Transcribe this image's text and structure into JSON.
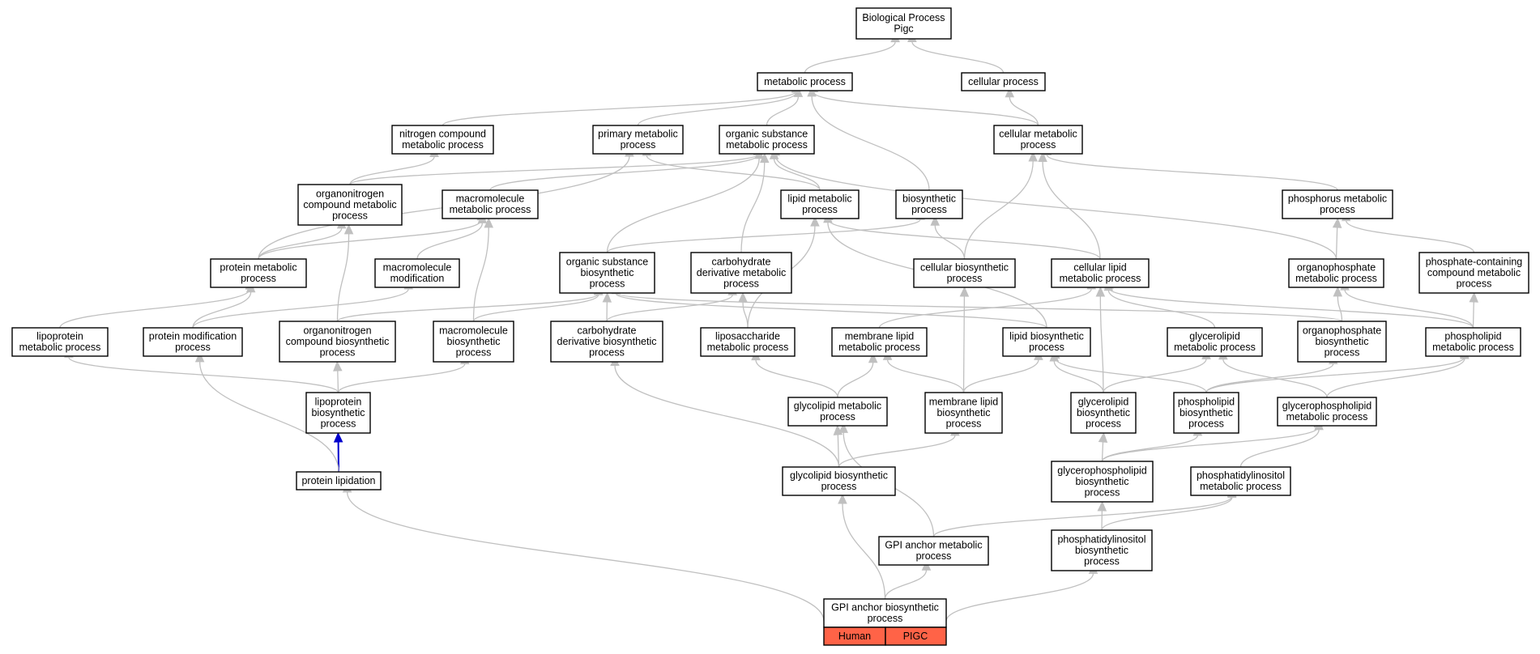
{
  "colors": {
    "edge": "#c0c0c0",
    "highlight_edge": "#0000cc",
    "legend_fill": "#ff6347",
    "node_border": "#000000"
  },
  "nodes": {
    "bp_pigc": [
      "Biological Process",
      "Pigc"
    ],
    "metabolic": [
      "metabolic process"
    ],
    "cellular": [
      "cellular process"
    ],
    "nitrogen_compound": [
      "nitrogen compound",
      "metabolic process"
    ],
    "primary_metabolic": [
      "primary metabolic",
      "process"
    ],
    "organic_substance_metabolic": [
      "organic substance",
      "metabolic process"
    ],
    "cellular_metabolic": [
      "cellular metabolic",
      "process"
    ],
    "organonitrogen_metabolic": [
      "organonitrogen",
      "compound metabolic",
      "process"
    ],
    "macromolecule_metabolic": [
      "macromolecule",
      "metabolic process"
    ],
    "lipid_metabolic": [
      "lipid metabolic",
      "process"
    ],
    "biosynthetic": [
      "biosynthetic",
      "process"
    ],
    "phosphorus_metabolic": [
      "phosphorus metabolic",
      "process"
    ],
    "protein_metabolic": [
      "protein metabolic",
      "process"
    ],
    "macromolecule_modification": [
      "macromolecule",
      "modification"
    ],
    "organic_substance_biosynthetic": [
      "organic substance",
      "biosynthetic",
      "process"
    ],
    "carbohydrate_derivative_metabolic": [
      "carbohydrate",
      "derivative metabolic",
      "process"
    ],
    "cellular_biosynthetic": [
      "cellular biosynthetic",
      "process"
    ],
    "cellular_lipid_metabolic": [
      "cellular lipid",
      "metabolic process"
    ],
    "organophosphate_metabolic": [
      "organophosphate",
      "metabolic process"
    ],
    "phosphate_containing": [
      "phosphate-containing",
      "compound metabolic",
      "process"
    ],
    "lipoprotein_metabolic": [
      "lipoprotein",
      "metabolic process"
    ],
    "protein_modification": [
      "protein modification",
      "process"
    ],
    "organonitrogen_biosynthetic": [
      "organonitrogen",
      "compound biosynthetic",
      "process"
    ],
    "macromolecule_biosynthetic": [
      "macromolecule",
      "biosynthetic",
      "process"
    ],
    "carbohydrate_derivative_biosynthetic": [
      "carbohydrate",
      "derivative biosynthetic",
      "process"
    ],
    "liposaccharide_metabolic": [
      "liposaccharide",
      "metabolic process"
    ],
    "membrane_lipid_metabolic": [
      "membrane lipid",
      "metabolic process"
    ],
    "lipid_biosynthetic": [
      "lipid biosynthetic",
      "process"
    ],
    "glycerolipid_metabolic": [
      "glycerolipid",
      "metabolic process"
    ],
    "organophosphate_biosynthetic": [
      "organophosphate",
      "biosynthetic",
      "process"
    ],
    "phospholipid_metabolic": [
      "phospholipid",
      "metabolic process"
    ],
    "lipoprotein_biosynthetic": [
      "lipoprotein",
      "biosynthetic",
      "process"
    ],
    "glycolipid_metabolic": [
      "glycolipid metabolic",
      "process"
    ],
    "membrane_lipid_biosynthetic": [
      "membrane lipid",
      "biosynthetic",
      "process"
    ],
    "glycerolipid_biosynthetic": [
      "glycerolipid",
      "biosynthetic",
      "process"
    ],
    "phospholipid_biosynthetic": [
      "phospholipid",
      "biosynthetic",
      "process"
    ],
    "glycerophospholipid_metabolic": [
      "glycerophospholipid",
      "metabolic process"
    ],
    "protein_lipidation": [
      "protein lipidation"
    ],
    "glycolipid_biosynthetic": [
      "glycolipid biosynthetic",
      "process"
    ],
    "glycerophospholipid_biosynthetic": [
      "glycerophospholipid",
      "biosynthetic",
      "process"
    ],
    "phosphatidylinositol_metabolic": [
      "phosphatidylinositol",
      "metabolic process"
    ],
    "gpi_anchor_metabolic": [
      "GPI anchor metabolic",
      "process"
    ],
    "phosphatidylinositol_biosynthetic": [
      "phosphatidylinositol",
      "biosynthetic",
      "process"
    ],
    "gpi_anchor_biosynthetic": [
      "GPI anchor biosynthetic",
      "process"
    ]
  },
  "legend": {
    "species": "Human",
    "gene": "PIGC"
  }
}
